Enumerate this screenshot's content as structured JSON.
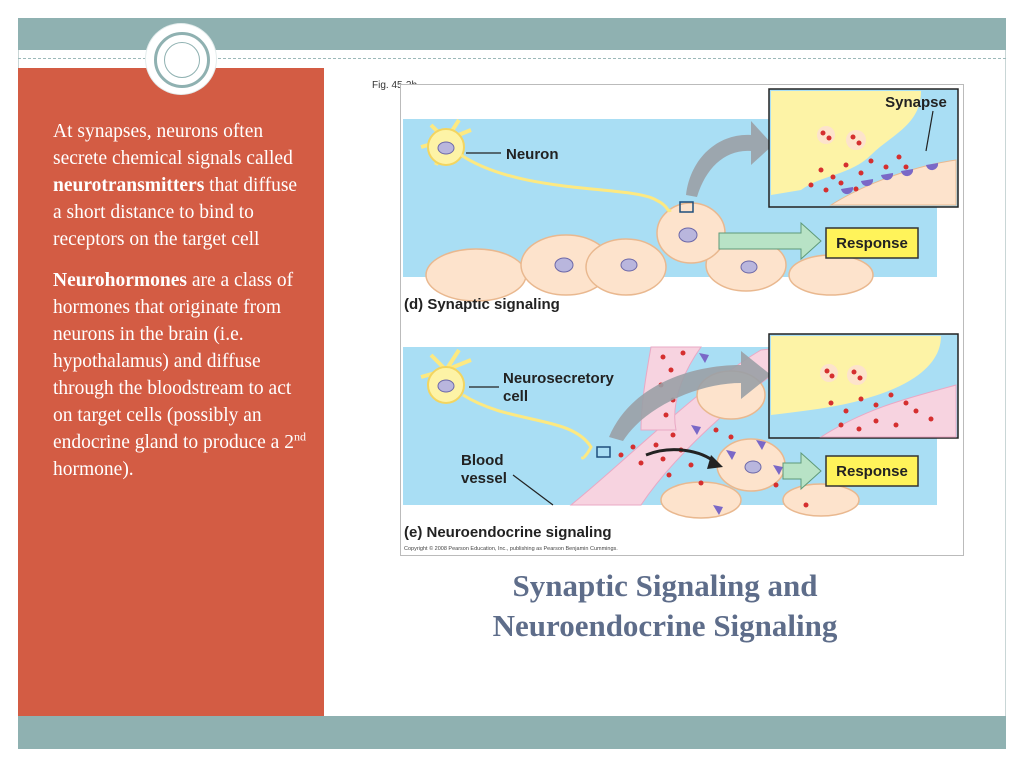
{
  "left_text": {
    "p1_before": "At synapses, neurons often secrete chemical signals called ",
    "p1_bold": "neurotransmitters",
    "p1_after": " that diffuse a short distance to bind to receptors on the target cell",
    "p2_bold": "Neurohormones",
    "p2_mid": " are a class of hormones that originate from neurons in the brain (i.e. hypothalamus) and diffuse through the bloodstream to act on target cells (possibly an endocrine gland to produce a 2",
    "p2_sup": "nd",
    "p2_end": " hormone)."
  },
  "figure": {
    "fig_label": "Fig. 45-2b",
    "panel_d": {
      "neuron_label": "Neuron",
      "synapse_label": "Synapse",
      "response_label": "Response",
      "caption": "(d) Synaptic signaling"
    },
    "panel_e": {
      "neurosecretory_label_1": "Neurosecretory",
      "neurosecretory_label_2": "cell",
      "blood_label_1": "Blood",
      "blood_label_2": "vessel",
      "response_label": "Response",
      "caption": "(e) Neuroendocrine signaling"
    },
    "copyright": "Copyright © 2008 Pearson Education, Inc., publishing as Pearson Benjamin Cummings."
  },
  "title": {
    "line1": "Synaptic Signaling and",
    "line2": "Neuroendocrine Signaling"
  },
  "colors": {
    "panel": "#d35c44",
    "band": "#8fb1b1",
    "title": "#5e6d8a",
    "background_blue": "#a9def4",
    "response_box": "#fff35a"
  }
}
